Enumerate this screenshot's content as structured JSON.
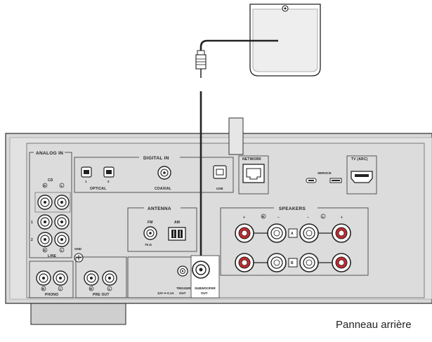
{
  "caption": "Panneau arrière",
  "panel": {
    "analog_in": "ANALOG IN",
    "cd": "CD",
    "line": "LINE",
    "line_1": "1",
    "line_2": "2",
    "phono": "PHONO",
    "gnd": "GND",
    "digital_in": "DIGITAL IN",
    "optical": "OPTICAL",
    "optical_1": "1",
    "optical_2": "2",
    "coaxial": "COAXIAL",
    "usb": "USB",
    "network": "NETWORK",
    "service": "SERVICE",
    "tv_arc": "TV (ARC)",
    "antenna": "ANTENNA",
    "fm": "FM",
    "fm_ohm": "75 Ω",
    "am": "AM",
    "speakers": "SPEAKERS",
    "spk_a": "A",
    "spk_b": "B",
    "pre_out": "PRE OUT",
    "trigger_out_1": "TRIGGER",
    "trigger_out_2": "OUT",
    "trigger_spec": "12V ⎓ 0.1A",
    "subwoofer_out_1": "SUBWOOFER",
    "subwoofer_out_2": "OUT",
    "ch_r": "R",
    "ch_l": "L",
    "plus": "+",
    "minus": "−"
  }
}
